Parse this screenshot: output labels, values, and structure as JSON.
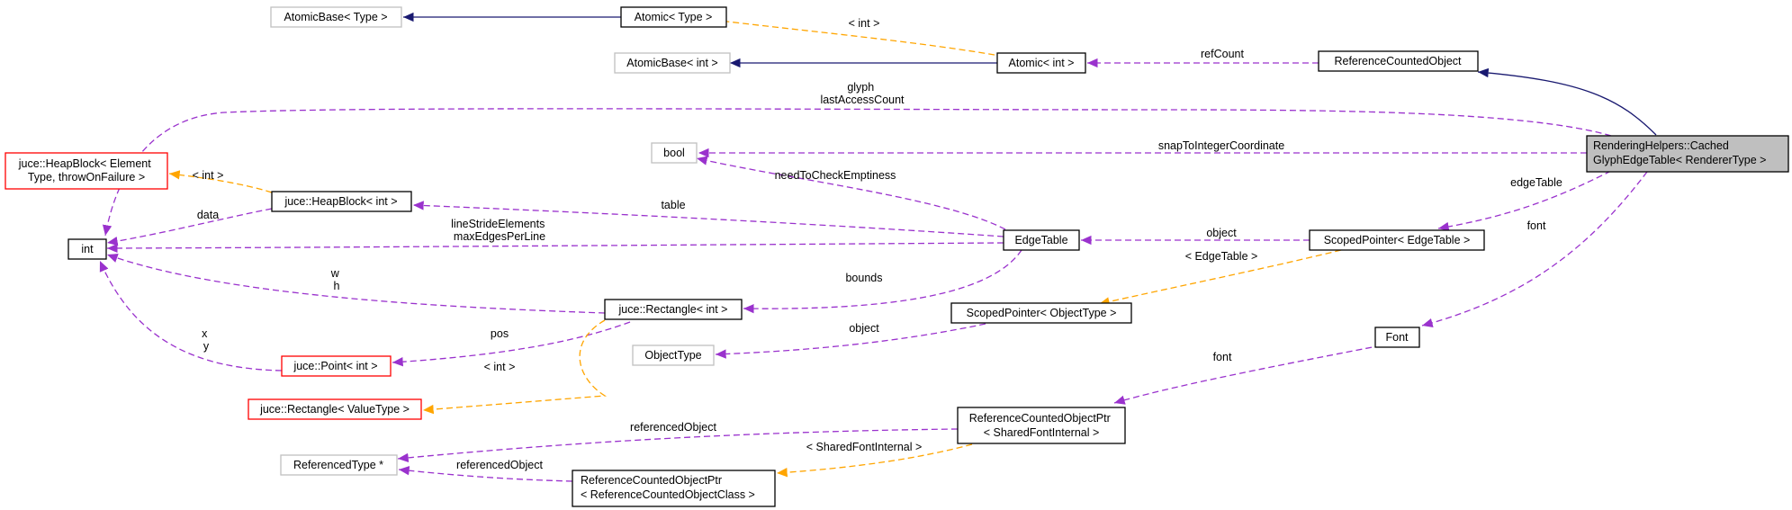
{
  "colors": {
    "usage_edge": "#9a32cd",
    "template_edge": "#ffa500",
    "inheritance_edge": "#191970",
    "main_node_fill": "#bfbfbf",
    "external_node_border": "#c0c0c0",
    "incomplete_node_border": "#ff0000",
    "node_border": "#000000"
  },
  "nodes": {
    "atomicbase_type": [
      "AtomicBase< Type >"
    ],
    "atomic_type": [
      "Atomic< Type >"
    ],
    "atomicbase_int": [
      "AtomicBase< int >"
    ],
    "atomic_int": [
      "Atomic< int >"
    ],
    "refcounted_object": [
      "ReferenceCountedObject"
    ],
    "main": [
      "RenderingHelpers::Cached",
      "GlyphEdgeTable< RendererType >"
    ],
    "heapblock_template": [
      "juce::HeapBlock< Element",
      "Type, throwOnFailure >"
    ],
    "bool": [
      "bool"
    ],
    "heapblock_int": [
      "juce::HeapBlock< int >"
    ],
    "int": [
      "int"
    ],
    "edgetable": [
      "EdgeTable"
    ],
    "scopedpointer_edgetable": [
      "ScopedPointer< EdgeTable >"
    ],
    "rectangle_int": [
      "juce::Rectangle< int >"
    ],
    "scopedpointer_objecttype": [
      "ScopedPointer< ObjectType >"
    ],
    "font": [
      "Font"
    ],
    "objecttype": [
      "ObjectType"
    ],
    "point_int": [
      "juce::Point< int >"
    ],
    "rectangle_valuetype": [
      "juce::Rectangle< ValueType >"
    ],
    "rcop_sharedfont": [
      "ReferenceCountedObjectPtr",
      "< SharedFontInternal >"
    ],
    "referencedtype": [
      "ReferencedType *"
    ],
    "rcop_class": [
      "ReferenceCountedObjectPtr",
      "< ReferenceCountedObjectClass >"
    ]
  },
  "edge_labels": {
    "int_template": [
      "< int >"
    ],
    "refcount": [
      "refCount"
    ],
    "glyph": [
      "glyph",
      "lastAccessCount"
    ],
    "snap": [
      "snapToIntegerCoordinate"
    ],
    "heapblock_int_template": [
      "< int >"
    ],
    "need_check": [
      "needToCheckEmptiness"
    ],
    "edgetable_member": [
      "edgeTable"
    ],
    "data": [
      "data"
    ],
    "table": [
      "table"
    ],
    "line_stride": [
      "lineStrideElements",
      "maxEdgesPerLine"
    ],
    "object_edgetable": [
      "object"
    ],
    "font_member": [
      "font"
    ],
    "edgetable_template": [
      "< EdgeTable >"
    ],
    "wh": [
      "w",
      "h"
    ],
    "bounds": [
      "bounds"
    ],
    "xy": [
      "x",
      "y"
    ],
    "pos": [
      "pos"
    ],
    "object_objecttype": [
      "object"
    ],
    "rect_int_template": [
      "< int >"
    ],
    "font_font": [
      "font"
    ],
    "referenced_object_1": [
      "referencedObject"
    ],
    "shared_font_template": [
      "< SharedFontInternal >"
    ],
    "referenced_object_2": [
      "referencedObject"
    ]
  }
}
